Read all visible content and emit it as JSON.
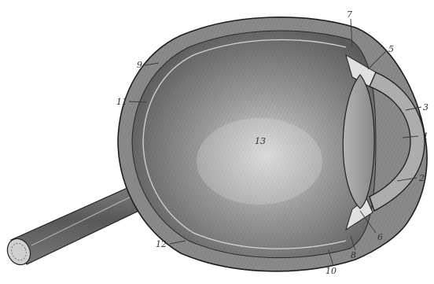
{
  "diagram": {
    "labels": [
      {
        "id": "1",
        "text": "1"
      },
      {
        "id": "2",
        "text": "2"
      },
      {
        "id": "3",
        "text": "3"
      },
      {
        "id": "5",
        "text": "5"
      },
      {
        "id": "6",
        "text": "6"
      },
      {
        "id": "7",
        "text": "7"
      },
      {
        "id": "8",
        "text": "8"
      },
      {
        "id": "9",
        "text": "9"
      },
      {
        "id": "10",
        "text": "10"
      },
      {
        "id": "11",
        "text": "11"
      },
      {
        "id": "12",
        "text": "12"
      },
      {
        "id": "13",
        "text": "13"
      }
    ]
  }
}
